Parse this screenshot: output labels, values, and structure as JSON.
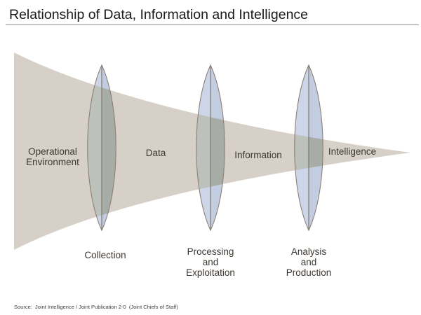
{
  "title": "Relationship of Data, Information and Intelligence",
  "stages": {
    "operational_environment": [
      "Operational",
      "Environment"
    ],
    "data": [
      "Data"
    ],
    "information": [
      "Information"
    ],
    "intelligence": [
      "Intelligence"
    ]
  },
  "processes": {
    "collection": [
      "Collection"
    ],
    "processing_and_exploitation": [
      "Processing",
      "and",
      "Exploitation"
    ],
    "analysis_and_production": [
      "Analysis",
      "and",
      "Production"
    ]
  },
  "source_note": "Source:  Joint Intelligence / Joint Publication 2-0  (Joint Chiefs of Staff)",
  "colors": {
    "background": "#ffffff",
    "title_text": "#1a1a1a",
    "divider": "#909090",
    "funnel": "#d6d0c8",
    "lens_glass_left": "#ccd6e8",
    "lens_glass_right": "#c3cde1",
    "lens_overlap_left": "#bdc1bb",
    "lens_overlap_right": "#a8aca6",
    "lens_outline": "#8a8174",
    "lens_axis": "#7e776d",
    "label_text": "#3c3630",
    "source_text": "#404040"
  }
}
